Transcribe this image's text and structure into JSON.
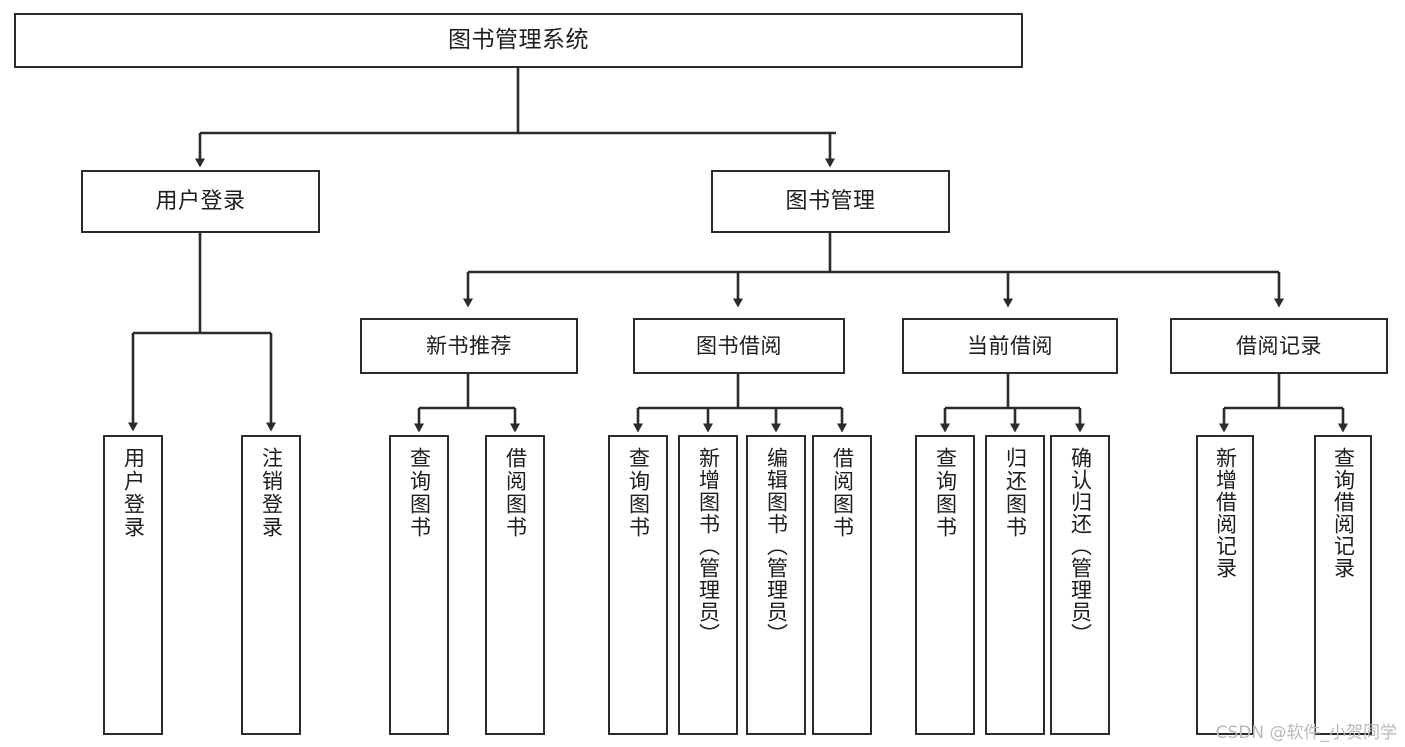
{
  "diagram": {
    "title": "图书管理系统",
    "type": "tree-hierarchy-chart",
    "orientation": "top-down",
    "colors": {
      "background": "#ffffff",
      "box_stroke": "#2b2b2b",
      "box_fill": "#ffffff",
      "edge_stroke": "#2b2b2b",
      "text": "#1d1d1d",
      "watermark": "#b9b9b9"
    },
    "root": {
      "label": "图书管理系统"
    },
    "level2": [
      {
        "label": "用户登录"
      },
      {
        "label": "图书管理"
      }
    ],
    "level3": [
      {
        "label": "新书推荐"
      },
      {
        "label": "图书借阅"
      },
      {
        "label": "当前借阅"
      },
      {
        "label": "借阅记录"
      }
    ],
    "leaves": {
      "user_login": [
        {
          "label": "用户登录"
        },
        {
          "label": "注销登录"
        }
      ],
      "new_book_recommend": [
        {
          "label": "查询图书"
        },
        {
          "label": "借阅图书"
        }
      ],
      "book_borrow": [
        {
          "label": "查询图书"
        },
        {
          "label": "新增图书（管理员）"
        },
        {
          "label": "编辑图书（管理员）"
        },
        {
          "label": "借阅图书"
        }
      ],
      "current_borrow": [
        {
          "label": "查询图书"
        },
        {
          "label": "归还图书"
        },
        {
          "label": "确认归还（管理员）"
        }
      ],
      "borrow_record": [
        {
          "label": "新增借阅记录"
        },
        {
          "label": "查询借阅记录"
        }
      ]
    }
  },
  "watermark": {
    "text": "CSDN @软件_小贺同学"
  }
}
